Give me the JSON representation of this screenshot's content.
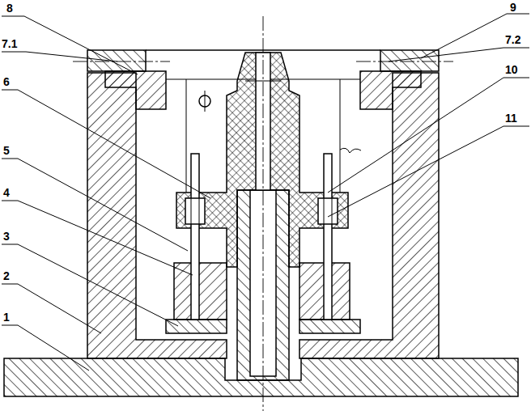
{
  "diagram": {
    "labels": [
      "8",
      "9",
      "7.1",
      "7.2",
      "6",
      "10",
      "5",
      "11",
      "4",
      "3",
      "2",
      "1"
    ]
  }
}
